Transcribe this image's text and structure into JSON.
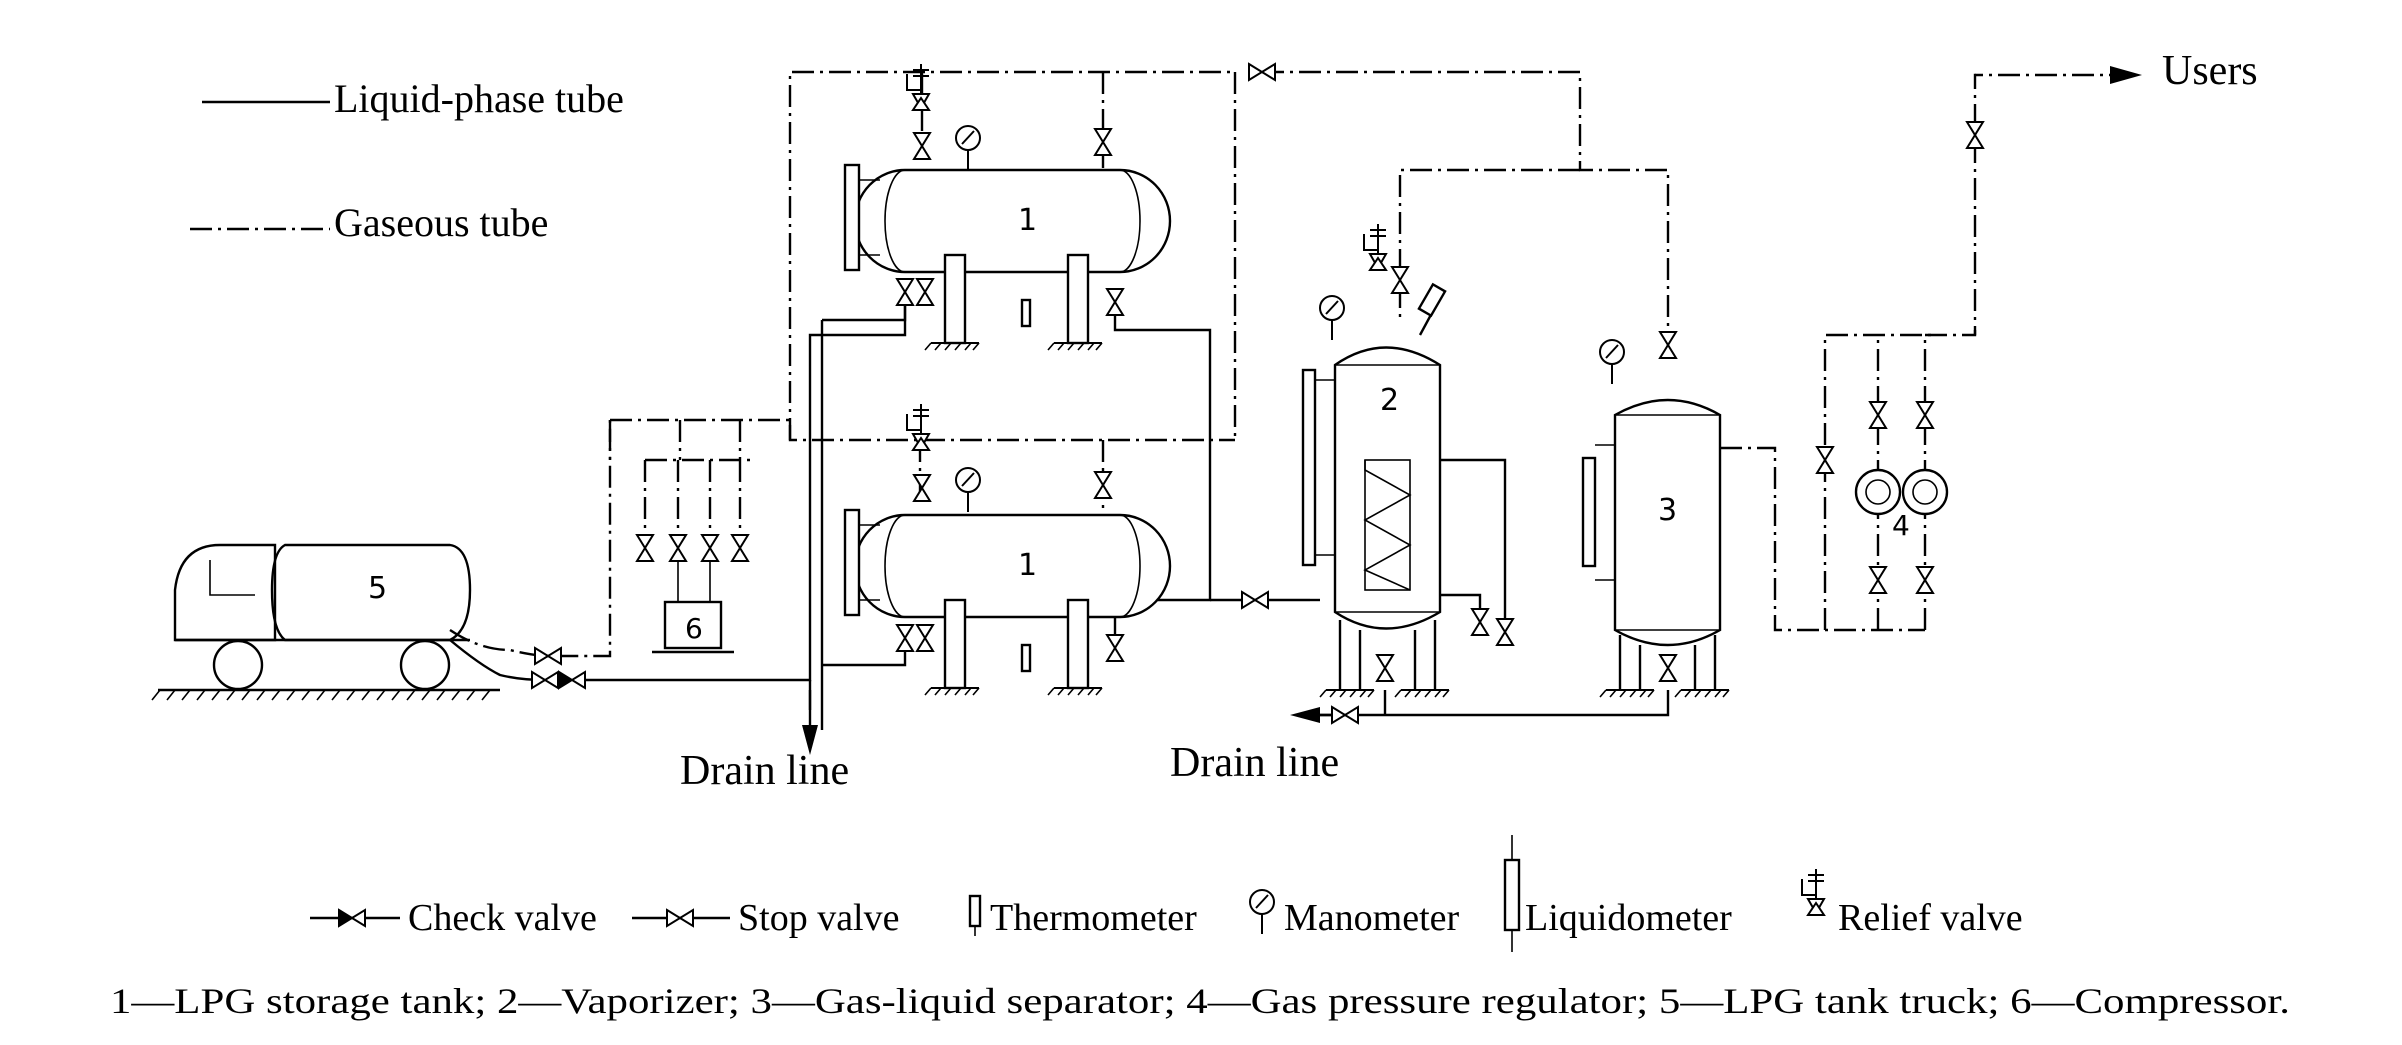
{
  "legend": {
    "liquid_phase_tube": "Liquid-phase tube",
    "gaseous_tube": "Gaseous tube"
  },
  "labels": {
    "users": "Users",
    "drain_line_left": "Drain line",
    "drain_line_right": "Drain line",
    "tank_1_upper": "1",
    "tank_1_lower": "1",
    "vaporizer": "2",
    "separator": "3",
    "regulator": "4",
    "truck": "5",
    "compressor": "6"
  },
  "symbols_legend": {
    "check_valve": "Check valve",
    "stop_valve": "Stop valve",
    "thermometer": "Thermometer",
    "manometer": "Manometer",
    "liquidometer": "Liquidometer",
    "relief_valve": "Relief valve"
  },
  "caption": "1—LPG storage tank; 2—Vaporizer; 3—Gas-liquid separator; 4—Gas pressure regulator; 5—LPG tank truck; 6—Compressor."
}
